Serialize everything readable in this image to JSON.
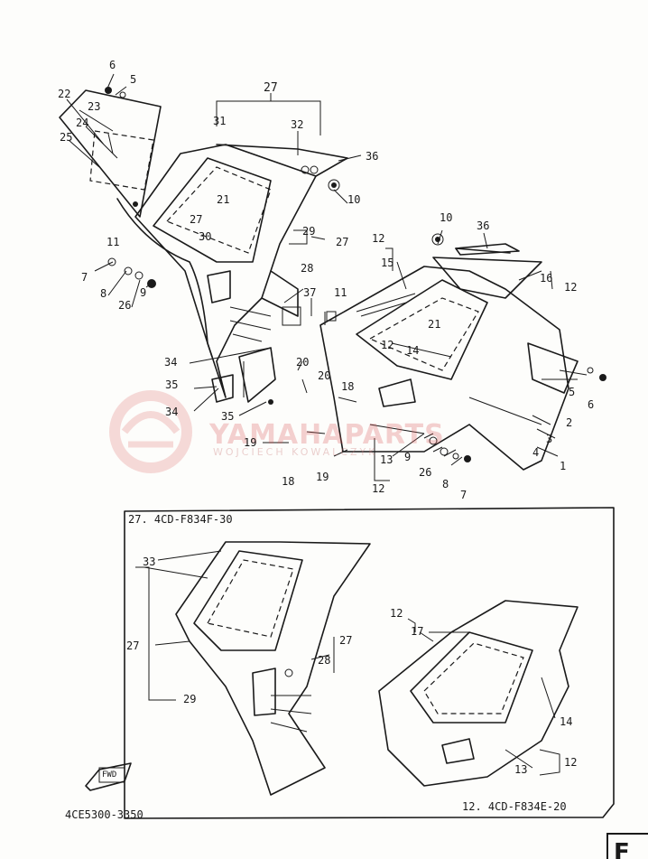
{
  "diagram": {
    "diagram_code": "4CE5300-3350",
    "inset_27_title": "27. 4CD-F834F-30",
    "inset_12_title": "12. 4CD-F834E-20",
    "fwd_arrow_text": "FWD",
    "corner_letter": "F",
    "watermark_text": "YAMAHAPARTS",
    "watermark_sub": "WOJCIECH KOWALCZYK",
    "callouts": {
      "c6a": "6",
      "c5a": "5",
      "c27a": "27",
      "c22": "22",
      "c23": "23",
      "c24": "24",
      "c25": "25",
      "c31": "31",
      "c32": "32",
      "c36a": "36",
      "c10a": "10",
      "c21a": "21",
      "c11a": "11",
      "c27b": "27",
      "c30": "30",
      "c29a": "29",
      "c27c": "27",
      "c28a": "28",
      "c7a": "7",
      "c8a": "8",
      "c26a": "26",
      "c9a": "9",
      "c37": "37",
      "c11b": "11",
      "c12a": "12",
      "c15": "15",
      "c10b": "10",
      "c36b": "36",
      "c16": "16",
      "c12b": "12",
      "c21b": "21",
      "c12c": "12",
      "c14a": "14",
      "c34a": "34",
      "c20a": "20",
      "c35a": "35",
      "c34b": "34",
      "c35b": "35",
      "c20b": "20",
      "c18a": "18",
      "c5b": "5",
      "c6b": "6",
      "c2": "2",
      "c3": "3",
      "c4": "4",
      "c1": "1",
      "c19a": "19",
      "c18b": "18",
      "c19b": "19",
      "c13a": "13",
      "c12d": "12",
      "c9b": "9",
      "c26b": "26",
      "c8b": "8",
      "c7b": "7",
      "c33": "33",
      "c27d": "27",
      "c29b": "29",
      "c28b": "28",
      "c27e": "27",
      "c12e": "12",
      "c17": "17",
      "c14b": "14",
      "c13b": "13",
      "c12f": "12"
    }
  }
}
